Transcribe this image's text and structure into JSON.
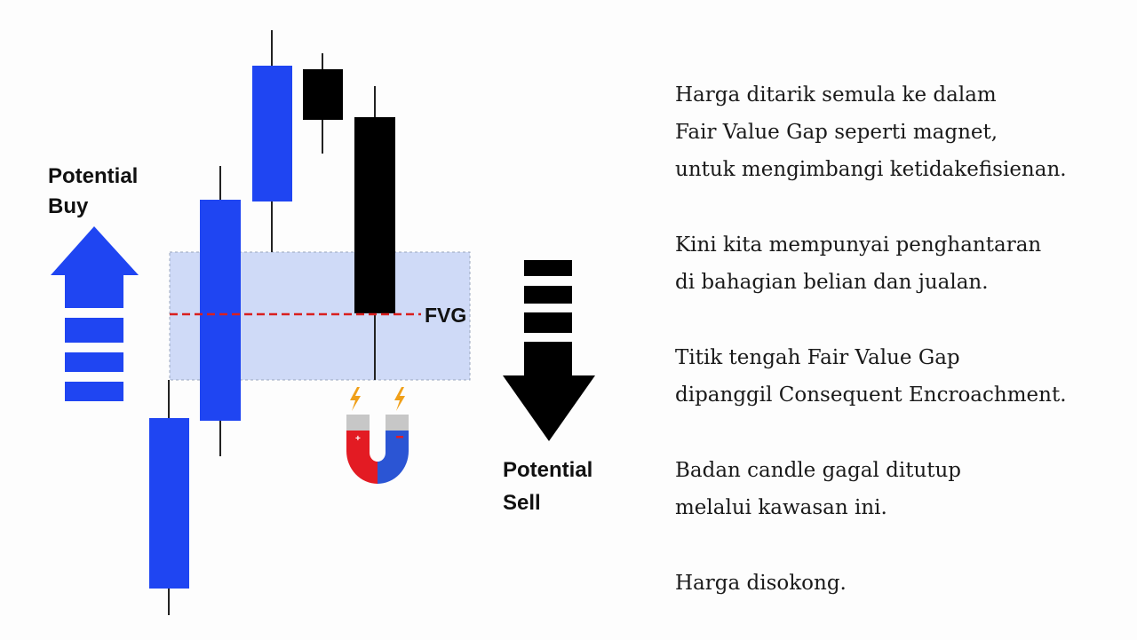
{
  "colors": {
    "bull": "#1f45f2",
    "bear": "#000000",
    "fvg_zone": "#cfdaf7",
    "midline": "#d91f1f",
    "magnet_red": "#e31b23",
    "magnet_blue": "#2b55d4",
    "spark": "#f0a01a"
  },
  "labels": {
    "potential_buy": [
      "Potential",
      "Buy"
    ],
    "potential_sell": [
      "Potential",
      "Sell"
    ],
    "fvg": "FVG"
  },
  "notes": [
    [
      "Harga ditarik semula ke dalam",
      "Fair Value Gap seperti magnet,",
      "untuk mengimbangi ketidakefisienan."
    ],
    [
      "Kini kita mempunyai penghantaran",
      "di bahagian belian dan jualan."
    ],
    [
      "Titik tengah Fair Value Gap",
      "dipanggil Consequent Encroachment."
    ],
    [
      "Badan candle gagal ditutup",
      "melalui kawasan ini."
    ],
    [
      "Harga disokong."
    ]
  ]
}
